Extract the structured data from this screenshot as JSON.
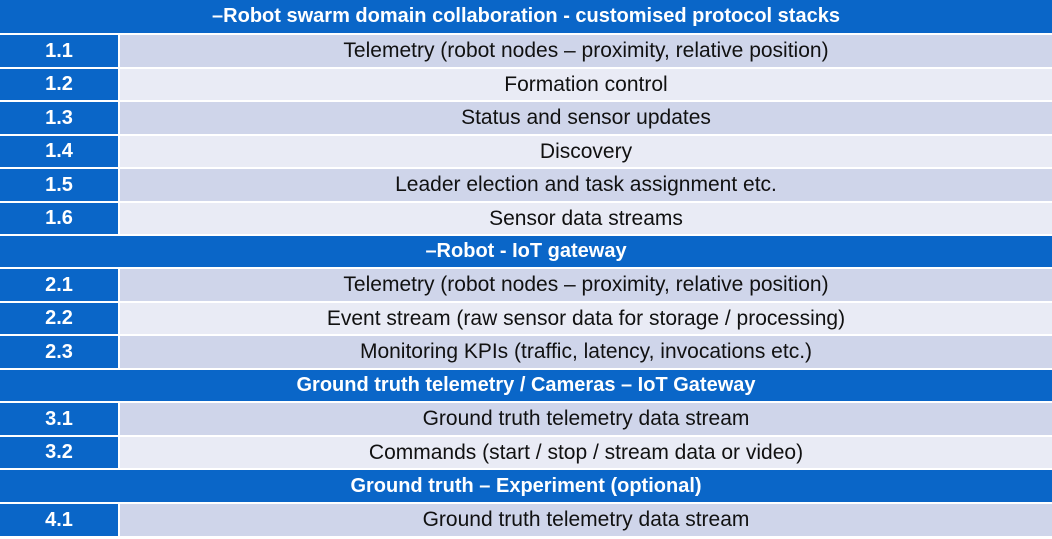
{
  "sections": [
    {
      "title": "–Robot swarm domain collaboration  - customised protocol stacks",
      "items": [
        {
          "num": "1.1",
          "text": "Telemetry (robot nodes – proximity, relative position)"
        },
        {
          "num": "1.2",
          "text": "Formation control"
        },
        {
          "num": "1.3",
          "text": "Status and sensor updates"
        },
        {
          "num": "1.4",
          "text": "Discovery"
        },
        {
          "num": "1.5",
          "text": "Leader election and task assignment etc."
        },
        {
          "num": "1.6",
          "text": "Sensor data streams"
        }
      ]
    },
    {
      "title": "–Robot - IoT gateway",
      "items": [
        {
          "num": "2.1",
          "text": "Telemetry (robot nodes – proximity, relative position)"
        },
        {
          "num": "2.2",
          "text": "Event stream  (raw sensor data for storage / processing)"
        },
        {
          "num": "2.3",
          "text": "Monitoring KPIs (traffic, latency, invocations etc.)"
        }
      ]
    },
    {
      "title": "Ground truth telemetry / Cameras – IoT Gateway",
      "items": [
        {
          "num": "3.1",
          "text": "Ground truth telemetry data stream"
        },
        {
          "num": "3.2",
          "text": "Commands (start / stop / stream data or video)"
        }
      ]
    },
    {
      "title": "Ground truth – Experiment (optional)",
      "items": [
        {
          "num": "4.1",
          "text": "Ground truth telemetry data stream"
        }
      ]
    }
  ],
  "colors": {
    "header_blue": "#0a66c8",
    "row_dark": "#cfd5ea",
    "row_light": "#e9ebf5"
  }
}
